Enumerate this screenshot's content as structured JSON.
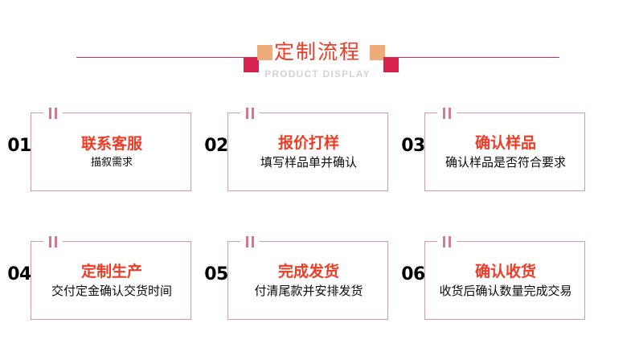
{
  "header": {
    "title": "定制流程",
    "subtitle": "PRODUCT DISPLAY",
    "title_color": "#ef3b24",
    "subtitle_color": "#d2d2da",
    "rule_color": "#c8315c",
    "square_orange": "#eead78",
    "square_crimson": "#d9234f"
  },
  "theme": {
    "card_border_color": "#dd97a6",
    "marker_color": "#d9788c",
    "number_color": "#000000",
    "step_title_color": "#ef3b24",
    "step_desc_color": "#0a0a0a",
    "background": "#ffffff"
  },
  "steps": [
    {
      "number": "01",
      "title": "联系客服",
      "desc": "描叙需求",
      "desc_size": "small"
    },
    {
      "number": "02",
      "title": "报价打样",
      "desc": "填写样品单并确认",
      "desc_size": "normal"
    },
    {
      "number": "03",
      "title": "确认样品",
      "desc": "确认样品是否符合要求",
      "desc_size": "normal"
    },
    {
      "number": "04",
      "title": "定制生产",
      "desc": "交付定金确认交货时间",
      "desc_size": "normal"
    },
    {
      "number": "05",
      "title": "完成发货",
      "desc": "付清尾款并安排发货",
      "desc_size": "normal"
    },
    {
      "number": "06",
      "title": "确认收货",
      "desc": "收货后确认数量完成交易",
      "desc_size": "normal"
    }
  ]
}
